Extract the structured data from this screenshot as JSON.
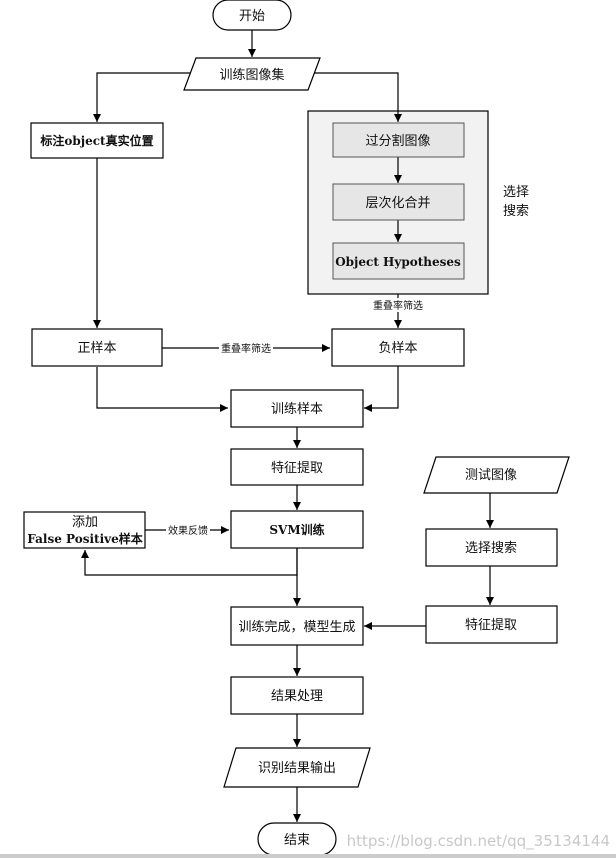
{
  "nodes": {
    "start": "开始",
    "training_set": "训练图像集",
    "annotate": "标注object真实位置",
    "over_segment": "过分割图像",
    "hier_merge": "层次化合并",
    "obj_hypo": "Object Hypotheses",
    "positive": "正样本",
    "negative": "负样本",
    "train_samples": "训练样本",
    "feat_extract": "特征提取",
    "add_fp_line1": "添加",
    "add_fp_line2": "False Positive样本",
    "svm": "SVM训练",
    "done_model": "训练完成，模型生成",
    "post_process": "结果处理",
    "output": "识别结果输出",
    "end": "结束",
    "test_image": "测试图像",
    "test_select": "选择搜索",
    "test_feat": "特征提取"
  },
  "side_label": {
    "line1": "选择",
    "line2": "搜索"
  },
  "edges": {
    "overlap_filter_1": "重叠率筛选",
    "overlap_filter_2": "重叠率筛选",
    "feedback": "效果反馈"
  },
  "watermark": "https://blog.csdn.net/qq_35134144"
}
